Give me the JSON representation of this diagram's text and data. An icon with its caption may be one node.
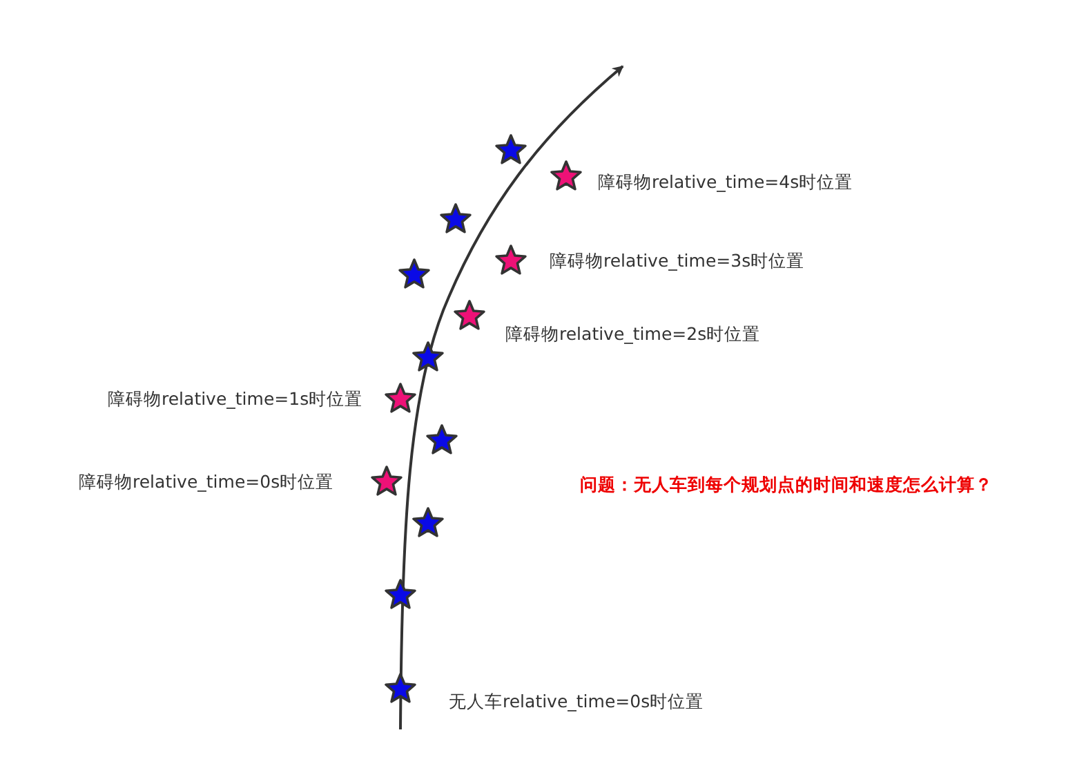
{
  "diagram": {
    "labels": [
      "障碍物relative_time=4s时位置",
      "障碍物relative_time=3s时位置",
      "障碍物relative_time=2s时位置",
      "障碍物relative_time=1s时位置",
      "障碍物relative_time=0s时位置",
      "问题：无人车到每个规划点的时间和速度怎么计算？",
      "无人车relative_time=0s时位置"
    ]
  }
}
